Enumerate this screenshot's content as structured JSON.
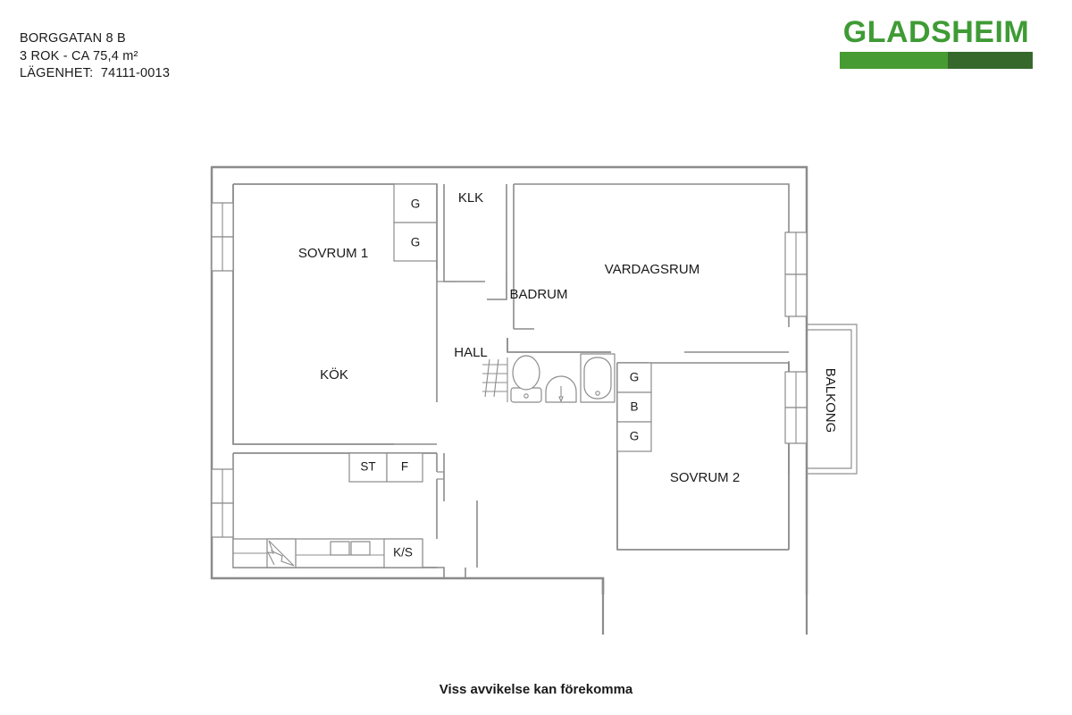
{
  "header": {
    "address": "BORGGATAN 8 B",
    "summary": "3 ROK - CA 75,4 m²",
    "apartment": "LÄGENHET:  74111-0013"
  },
  "logo": {
    "wordmark": "GLADSHEIM",
    "color_text": "#3f9b35",
    "color_bar_left": "#469b33",
    "color_bar_right": "#36682c"
  },
  "footer": {
    "disclaimer": "Viss avvikelse kan förekomma"
  },
  "plan": {
    "rooms": [
      {
        "key": "sovrum1",
        "label": "SOVRUM 1"
      },
      {
        "key": "klk",
        "label": "KLK"
      },
      {
        "key": "vardagsrum",
        "label": "VARDAGSRUM"
      },
      {
        "key": "balkong",
        "label": "BALKONG"
      },
      {
        "key": "kok",
        "label": "KÖK"
      },
      {
        "key": "hall",
        "label": "HALL"
      },
      {
        "key": "badrum",
        "label": "BADRUM"
      },
      {
        "key": "sovrum2",
        "label": "SOVRUM 2"
      }
    ],
    "closets": [
      {
        "key": "sovrum1_g_top",
        "label": "G"
      },
      {
        "key": "sovrum1_g_bottom",
        "label": "G"
      },
      {
        "key": "kok_st",
        "label": "ST"
      },
      {
        "key": "kok_f",
        "label": "F"
      },
      {
        "key": "kok_ks",
        "label": "K/S"
      },
      {
        "key": "sovrum2_g_top",
        "label": "G"
      },
      {
        "key": "sovrum2_b",
        "label": "B"
      },
      {
        "key": "sovrum2_g_bottom",
        "label": "G"
      }
    ],
    "fixtures": [
      "toilet",
      "washbasin",
      "bathtub",
      "radiator",
      "stove",
      "kitchen-sink",
      "kitchen-counter"
    ],
    "stroke_color": "#8c8c8c"
  }
}
